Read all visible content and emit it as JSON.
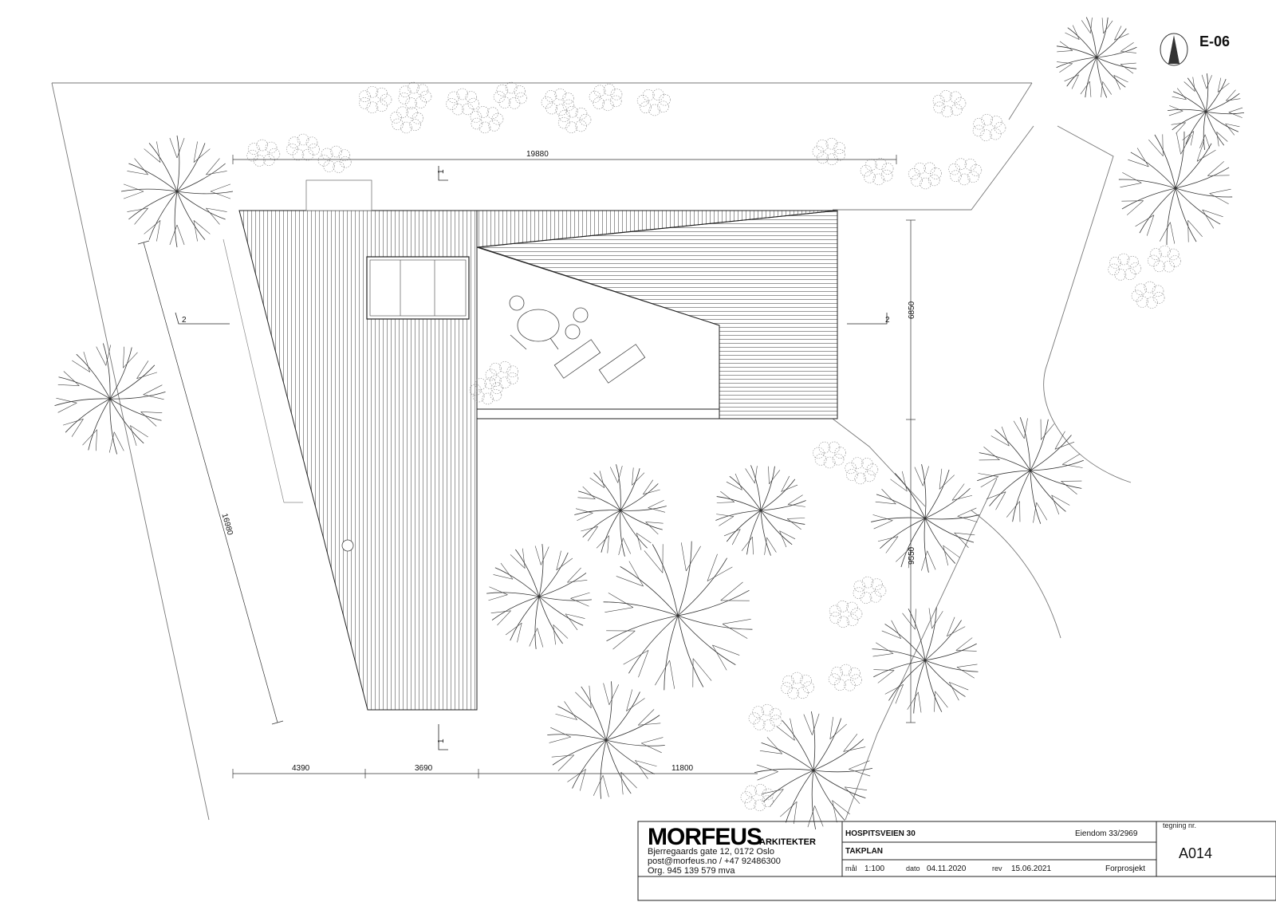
{
  "sheet": {
    "code": "E-06",
    "number_label": "tegning nr.",
    "number": "A014"
  },
  "firm": {
    "name": "MORFEUS",
    "suffix": "ARKITEKTER",
    "address": "Bjerregaards gate 12, 0172 Oslo",
    "contact": "post@morfeus.no / +47 92486300",
    "org": "Org. 945 139 579 mva"
  },
  "project": {
    "title": "HOSPITSVEIEN 30",
    "property": "Eiendom 33/2969",
    "drawing": "TAKPLAN",
    "scale_label": "mål",
    "scale": "1:100",
    "date_label": "dato",
    "date": "04.11.2020",
    "rev_label": "rev",
    "rev": "15.06.2021",
    "phase": "Forprosjekt"
  },
  "dimensions": {
    "top": "19880",
    "right_upper": "6850",
    "right_lower": "9550",
    "left_diag": "16980",
    "bottom_a": "4390",
    "bottom_b": "3690",
    "bottom_c": "11800"
  },
  "section_marks": {
    "one_top": "1",
    "one_bottom": "1",
    "two_left": "2",
    "two_right": "2"
  }
}
